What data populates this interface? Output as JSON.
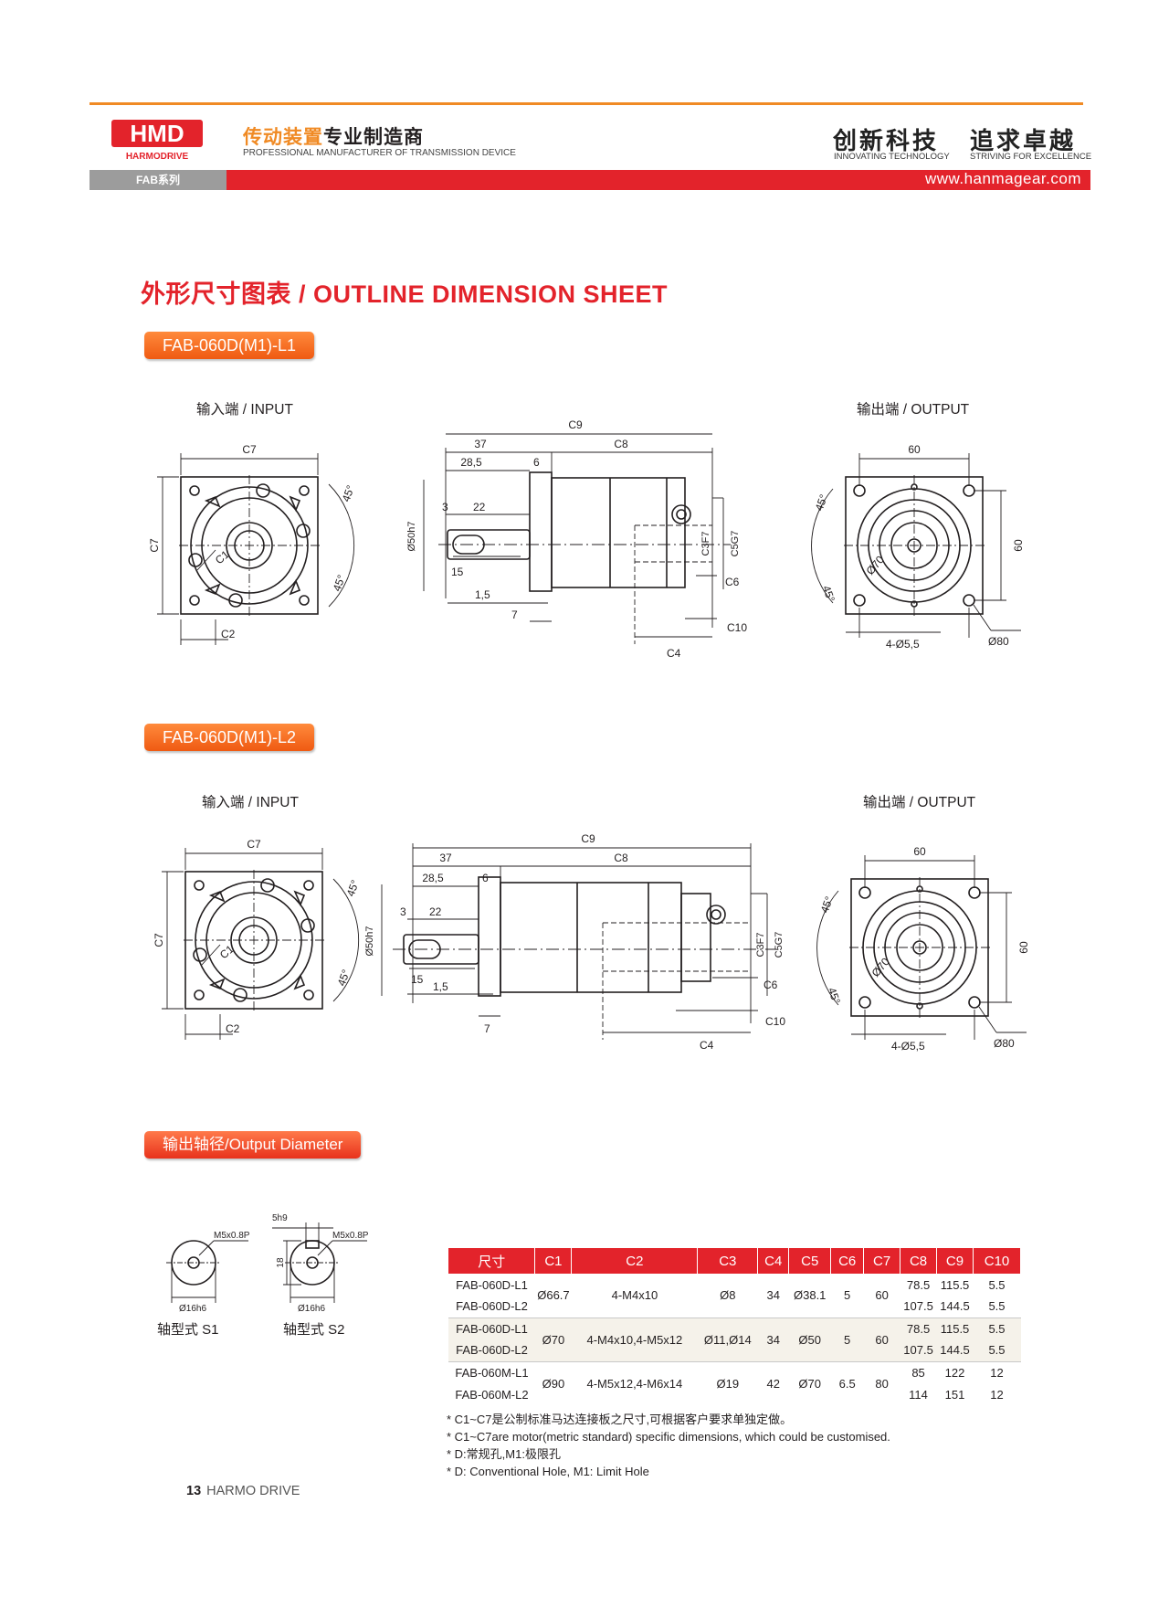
{
  "header": {
    "logo_text": "HMD",
    "brand": "HARMODRIVE",
    "slogan_cn_a": "传动装置",
    "slogan_cn_b": "专业制造商",
    "slogan_en": "PROFESSIONAL MANUFACTURER OF TRANSMISSION DEVICE",
    "motto_1_cn": "创新科技",
    "motto_1_en": "INNOVATING TECHNOLOGY",
    "motto_2_cn": "追求卓越",
    "motto_2_en": "STRIVING FOR EXCELLENCE",
    "series": "FAB系列",
    "url": "www.hanmagear.com"
  },
  "section_title": "外形尺寸图表 / OUTLINE DIMENSION SHEET",
  "models": [
    {
      "name": "FAB-060D(M1)-L1",
      "input_label": "输入端 / INPUT",
      "output_label": "输出端 / OUTPUT"
    },
    {
      "name": "FAB-060D(M1)-L2",
      "input_label": "输入端 / INPUT",
      "output_label": "输出端 / OUTPUT"
    }
  ],
  "drawing_labels": {
    "c1": "C1",
    "c2": "C2",
    "c3": "C3F7",
    "c4": "C4",
    "c5": "C5G7",
    "c6": "C6",
    "c7": "C7",
    "c8": "C8",
    "c9": "C9",
    "c10": "C10",
    "d37": "37",
    "d285": "28,5",
    "d6": "6",
    "d3": "3",
    "d22": "22",
    "d15": "15",
    "d15b": "1,5",
    "d7": "7",
    "phi50": "Ø50h7",
    "deg45": "45°",
    "d60": "60",
    "holes": "4-Ø5,5",
    "phi80": "Ø80",
    "phi70": "Ø70"
  },
  "output_diameter": {
    "title": "输出轴径/Output Diameter",
    "s1_label": "轴型式 S1",
    "s2_label": "轴型式 S2",
    "thread": "M5x0.8P",
    "shaft": "Ø16h6",
    "key_width": "5h9",
    "key_height": "18"
  },
  "table": {
    "headers": [
      "尺寸",
      "C1",
      "C2",
      "C3",
      "C4",
      "C5",
      "C6",
      "C7",
      "C8",
      "C9",
      "C10"
    ],
    "groups": [
      {
        "models": [
          "FAB-060D-L1",
          "FAB-060D-L2"
        ],
        "c1": "Ø66.7",
        "c2": "4-M4x10",
        "c3": "Ø8",
        "c4": "34",
        "c5": "Ø38.1",
        "c6": "5",
        "c7": "60",
        "rows": [
          [
            "78.5",
            "115.5",
            "5.5"
          ],
          [
            "107.5",
            "144.5",
            "5.5"
          ]
        ]
      },
      {
        "models": [
          "FAB-060D-L1",
          "FAB-060D-L2"
        ],
        "c1": "Ø70",
        "c2": "4-M4x10,4-M5x12",
        "c3": "Ø11,Ø14",
        "c4": "34",
        "c5": "Ø50",
        "c6": "5",
        "c7": "60",
        "rows": [
          [
            "78.5",
            "115.5",
            "5.5"
          ],
          [
            "107.5",
            "144.5",
            "5.5"
          ]
        ]
      },
      {
        "models": [
          "FAB-060M-L1",
          "FAB-060M-L2"
        ],
        "c1": "Ø90",
        "c2": "4-M5x12,4-M6x14",
        "c3": "Ø19",
        "c4": "42",
        "c5": "Ø70",
        "c6": "6.5",
        "c7": "80",
        "rows": [
          [
            "85",
            "122",
            "12"
          ],
          [
            "114",
            "151",
            "12"
          ]
        ]
      }
    ]
  },
  "notes": [
    "* C1~C7是公制标准马达连接板之尺寸,可根据客户要求单独定做。",
    "* C1~C7are motor(metric standard)  specific dimensions, which could be customised.",
    "* D:常规孔,M1:极限孔",
    "* D: Conventional Hole, M1: Limit Hole"
  ],
  "footer": {
    "page": "13",
    "brand": "HARMO DRIVE"
  }
}
